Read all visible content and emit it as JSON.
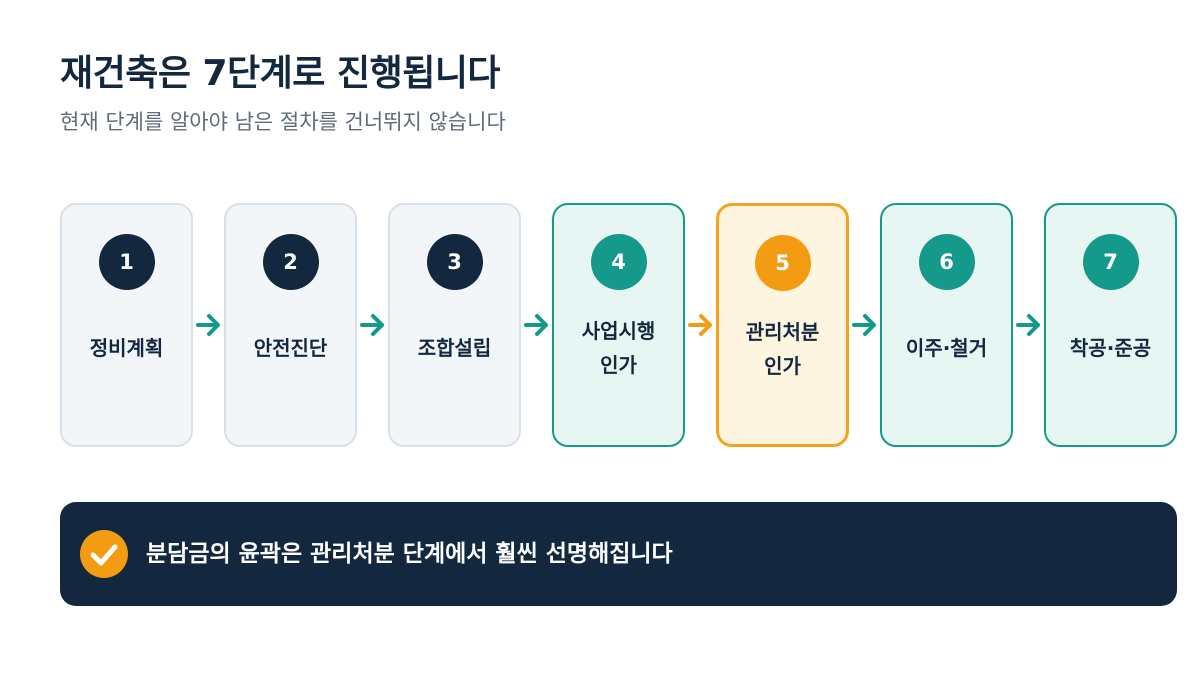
{
  "header": {
    "title": "재건축은 7단계로 진행됩니다",
    "subtitle": "현재 단계를 알아야 남은 절차를 건너뛰지 않습니다"
  },
  "steps": [
    {
      "number": "1",
      "label": "정비계획",
      "status": "done"
    },
    {
      "number": "2",
      "label": "안전진단",
      "status": "done"
    },
    {
      "number": "3",
      "label": "조합설립",
      "status": "done"
    },
    {
      "number": "4",
      "label": "사업시행\n인가",
      "status": "upcoming"
    },
    {
      "number": "5",
      "label": "관리처분\n인가",
      "status": "current"
    },
    {
      "number": "6",
      "label": "이주·철거",
      "status": "upcoming"
    },
    {
      "number": "7",
      "label": "착공·준공",
      "status": "upcoming"
    }
  ],
  "colors": {
    "navy": "#13273f",
    "teal": "#14998a",
    "orange": "#f39c12"
  },
  "banner": {
    "icon": "check-icon",
    "text": "분담금의 윤곽은 관리처분 단계에서 훨씬 선명해집니다"
  }
}
